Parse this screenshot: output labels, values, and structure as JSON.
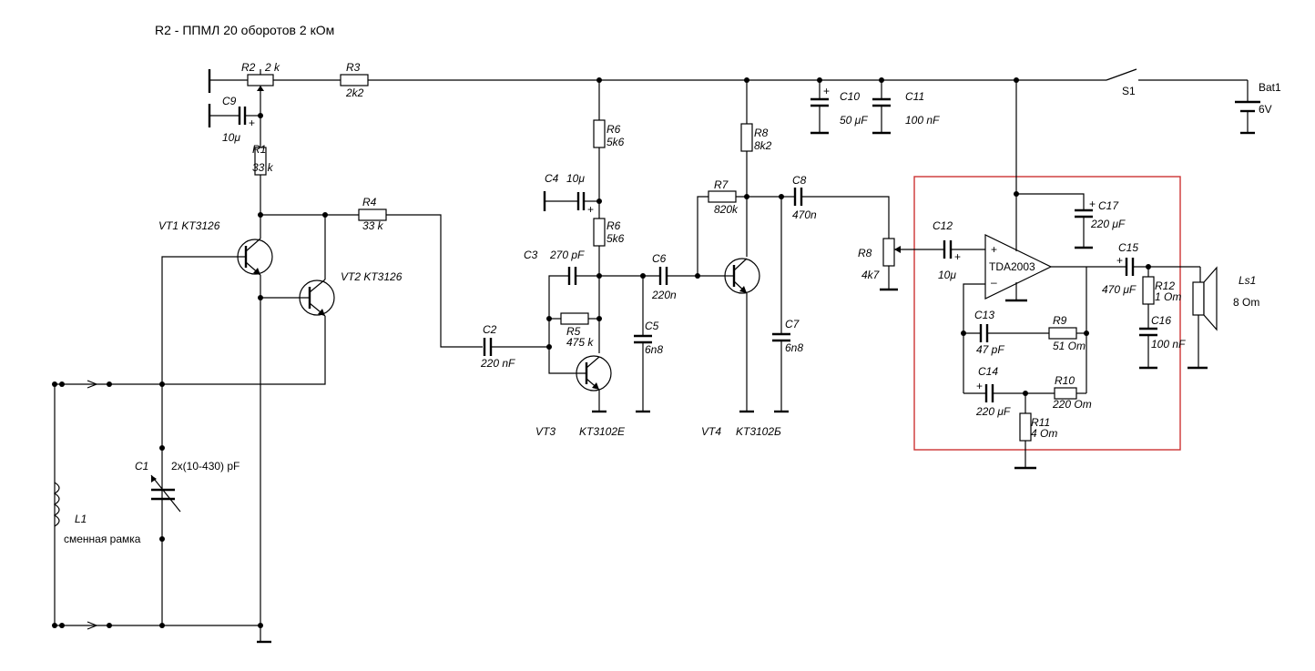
{
  "title": "R2 - ППМЛ 20 оборотов 2 кОм",
  "frame_color": "#cc3333",
  "labels": {
    "r2": "R2",
    "r2_val": "2 k",
    "r3": "R3",
    "r3_val": "2k2",
    "c9": "C9",
    "c9_val": "10μ",
    "r1": "R1",
    "r1_val": "33 k",
    "r4": "R4",
    "r4_val": "33 k",
    "vt1": "VT1  KT3126",
    "vt2": "VT2  KT3126",
    "c2": "C2",
    "c2_val": "220 nF",
    "c1": "C1",
    "c1_val": "2x(10-430) pF",
    "l1": "L1",
    "l1_note": "сменная рамка",
    "r6a": "R6",
    "r6a_val": "5k6",
    "c4": "C4",
    "c4_val": "10μ",
    "r6b": "R6",
    "r6b_val": "5k6",
    "c3": "C3",
    "c3_val": "270 pF",
    "r5": "R5",
    "r5_val": "475 k",
    "c6": "C6",
    "c6_val": "220n",
    "c5": "C5",
    "c5_val": "6n8",
    "vt3": "VT3",
    "vt3_type": "KT3102E",
    "r8a": "R8",
    "r8a_val": "8k2",
    "r7": "R7",
    "r7_val": "820k",
    "c8": "C8",
    "c8_val": "470n",
    "c7": "C7",
    "c7_val": "6n8",
    "vt4": "VT4",
    "vt4_type": "KT3102Б",
    "c10": "C10",
    "c10_val": "50 μF",
    "c11": "C11",
    "c11_val": "100 nF",
    "s1": "S1",
    "bat1": "Bat1",
    "bat1_val": "6V",
    "r8b": "R8",
    "r8b_val": "4k7",
    "c12": "C12",
    "c12_val": "10μ",
    "ic": "TDA2003",
    "c17": "C17",
    "c17_val": "220 μF",
    "c15": "C15",
    "c15_val": "470 μF",
    "r12": "R12",
    "r12_val": "1 Om",
    "c16": "C16",
    "c16_val": "100 nF",
    "ls1": "Ls1",
    "ls1_val": "8 Om",
    "c13": "C13",
    "c13_val": "47 pF",
    "r9": "R9",
    "r9_val": "51 Om",
    "c14": "C14",
    "c14_val": "220 μF",
    "r10": "R10",
    "r10_val": "220 Om",
    "r11": "R11",
    "r11_val": "4 Om",
    "plus": "+",
    "minus": "–"
  }
}
